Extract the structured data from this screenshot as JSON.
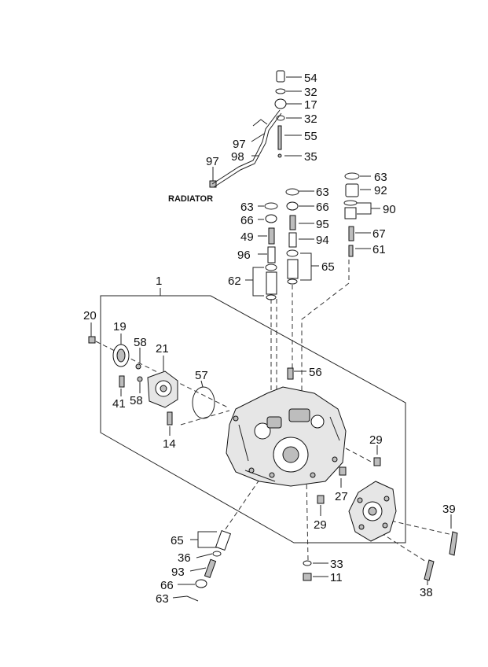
{
  "diagram": {
    "callouts": [
      "54",
      "32",
      "17",
      "32",
      "55",
      "97",
      "98",
      "35",
      "97",
      "63",
      "92",
      "90",
      "63",
      "66",
      "95",
      "94",
      "65",
      "67",
      "61",
      "63",
      "66",
      "49",
      "96",
      "62",
      "1",
      "20",
      "19",
      "58",
      "21",
      "56",
      "57",
      "41",
      "58",
      "14",
      "29",
      "27",
      "29",
      "39",
      "65",
      "36",
      "93",
      "66",
      "63",
      "33",
      "11",
      "38"
    ],
    "radiator_label": "RADIATOR"
  }
}
